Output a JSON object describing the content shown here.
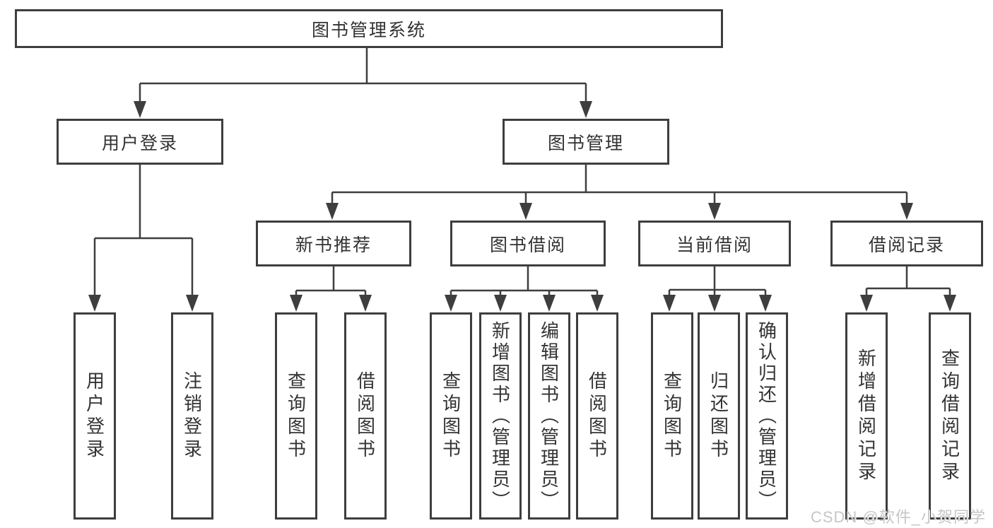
{
  "diagram": {
    "root": {
      "label": "图书管理系统"
    },
    "level2": {
      "user_login": {
        "label": "用户登录"
      },
      "book_management": {
        "label": "图书管理"
      }
    },
    "level3": {
      "new_book_recommend": {
        "label": "新书推荐"
      },
      "book_borrow": {
        "label": "图书借阅"
      },
      "current_borrow": {
        "label": "当前借阅"
      },
      "borrow_records": {
        "label": "借阅记录"
      }
    },
    "leaves": {
      "user_login": {
        "label": "用户登录"
      },
      "logout": {
        "label": "注销登录"
      },
      "recommend_query_books": {
        "label": "查询图书"
      },
      "recommend_borrow_books": {
        "label": "借阅图书"
      },
      "borrow_query_books": {
        "label": "查询图书"
      },
      "borrow_add_books": {
        "label": "新增图书（管理员）"
      },
      "borrow_edit_books": {
        "label": "编辑图书（管理员）"
      },
      "borrow_borrow_books": {
        "label": "借阅图书"
      },
      "current_query_books": {
        "label": "查询图书"
      },
      "current_return_books": {
        "label": "归还图书"
      },
      "current_confirm_return": {
        "label": "确认归还（管理员）"
      }
    },
    "records_leaves": {
      "add_borrow_record": {
        "label": "新增借阅记录"
      },
      "query_borrow_record": {
        "label": "查询借阅记录"
      }
    }
  },
  "watermark": {
    "text": "CSDN @软件_小贺同学"
  },
  "colors": {
    "line": "#3e3e3e",
    "text": "#333333",
    "watermark": "#c6c6c6",
    "background": "#ffffff"
  }
}
